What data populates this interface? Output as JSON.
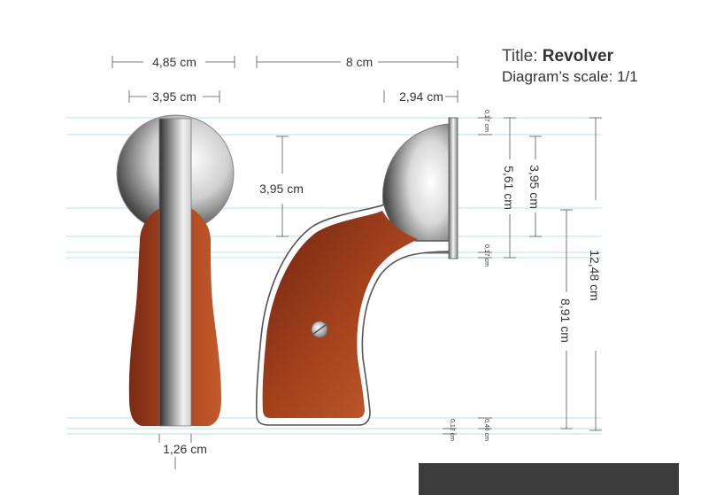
{
  "title": {
    "label": "Title:",
    "name": "Revolver",
    "scale": "Diagram’s scale: 1/1"
  },
  "dimensions": {
    "front_total_width": "4,85 cm",
    "front_disc_width": "3,95 cm",
    "front_bottom_width": "1,26 cm",
    "side_length": "8 cm",
    "side_cap_width": "2,94 cm",
    "middle_height": "3,95 cm",
    "thin_top": "0,17 cm",
    "thin_mid": "0,17 cm",
    "thin_bottom_left": "0,12 cm",
    "thin_bottom_right": "0,46 cm",
    "cap_height_outer": "5,61 cm",
    "cap_height_inner": "3,95 cm",
    "grip_height": "8,91 cm",
    "total_height": "12,48 cm"
  },
  "colors": {
    "wood_dark": "#7a2a14",
    "wood_light": "#c25a2c",
    "metal_dark": "#3a3a3a",
    "metal_light": "#f2f2f2",
    "guide": "#9fd6e8",
    "bar": "#3c3c3c"
  }
}
